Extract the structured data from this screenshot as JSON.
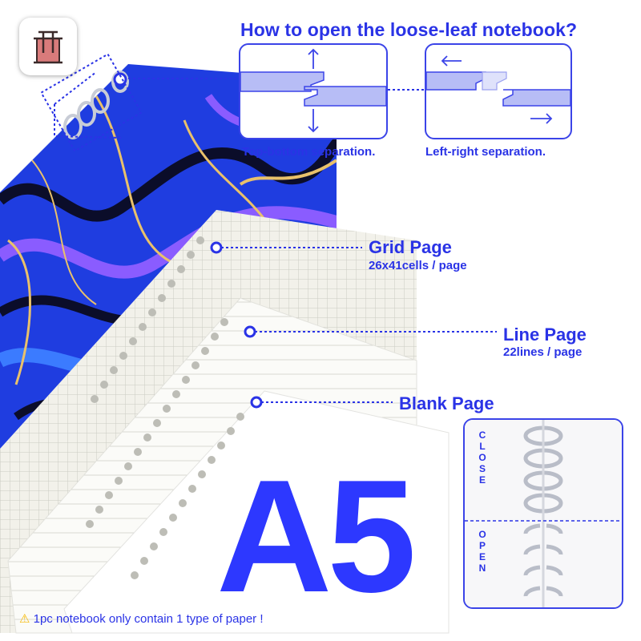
{
  "header": {
    "title": "How to open the loose-leaf notebook?",
    "caption_top_bottom": "Top-bottom separation.",
    "caption_left_right": "Left-right separation."
  },
  "callouts": {
    "grid_title": "Grid Page",
    "grid_sub": "26x41cells / page",
    "line_title": "Line Page",
    "line_sub": "22lines / page",
    "blank_title": "Blank Page"
  },
  "rings": {
    "close_label": "CLOSE",
    "open_label": "OPEN"
  },
  "size_label": "A5",
  "footnote": "1pc notebook only contain 1 type of paper !",
  "colors": {
    "accent": "#2a33e6",
    "big_text": "#2d38ff",
    "cover_blue": "#1f3de0",
    "cover_purple": "#8a5cff",
    "cover_gold": "#e9c16b",
    "warning": "#f5b800"
  },
  "icons": {
    "app": "binder-clip-icon",
    "warning": "warning-icon"
  }
}
